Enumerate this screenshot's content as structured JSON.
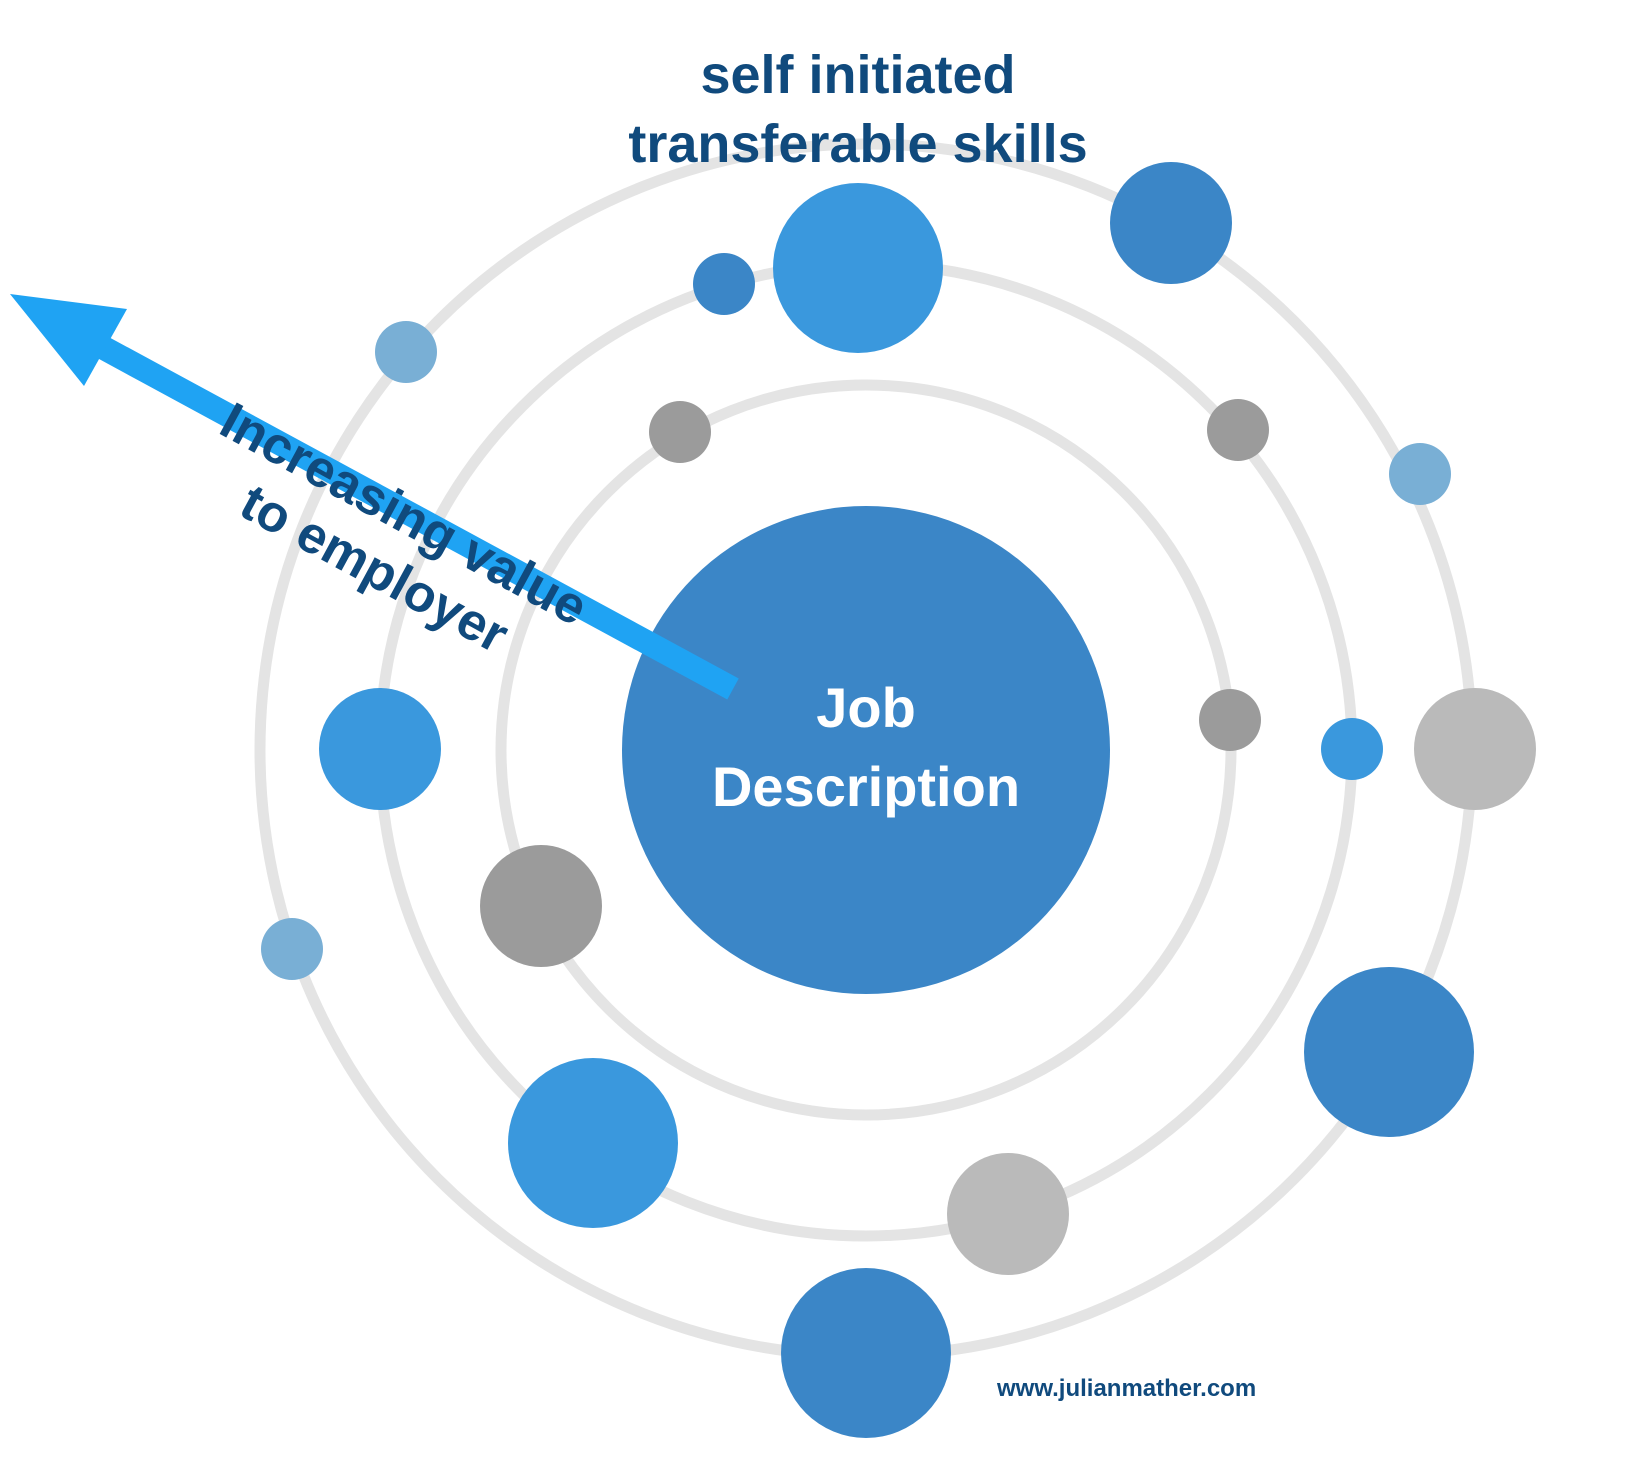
{
  "diagram": {
    "title_line1": "self initiated",
    "title_line2": "transferable skills",
    "center_line1": "Job",
    "center_line2": "Description",
    "arrow_line1": "Increasing value",
    "arrow_line2": "to employer",
    "credit": "www.julianmather.com"
  },
  "colors": {
    "center_blue": "#3b86c7",
    "mid_blue": "#3a98dd",
    "dark_blue": "#3b86c7",
    "light_blue": "#79afd5",
    "dark_grey": "#9b9b9b",
    "light_grey": "#bababa",
    "arrow_blue": "#1fa3f3",
    "ring_grey": "#e4e4e4",
    "text_navy": "#104a7d"
  }
}
